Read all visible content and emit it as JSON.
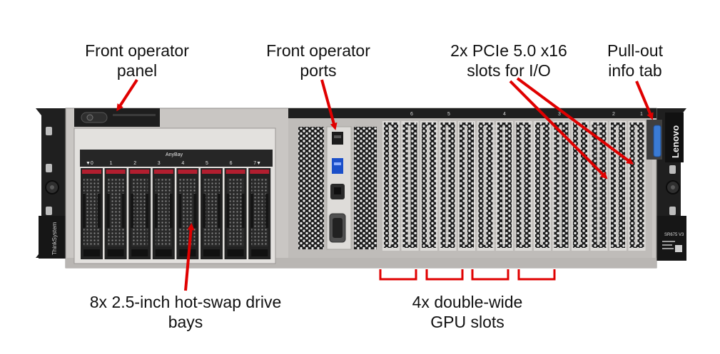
{
  "callouts": {
    "front_panel": "Front operator\npanel",
    "front_ports": "Front operator\nports",
    "pcie": "2x PCIe 5.0 x16\nslots for I/O",
    "pullout": "Pull-out\ninfo tab",
    "drives": "8x 2.5-inch hot-swap drive\nbays",
    "gpu": "4x double-wide\nGPU slots"
  },
  "server": {
    "brand_vertical": "Lenovo",
    "thinksystem_label": "ThinkSystem",
    "model_label": "SR675 V3",
    "anybay_label": "AnyBay",
    "bay_numbers": [
      "▼0",
      "1",
      "2",
      "3",
      "4",
      "5",
      "6",
      "7▼"
    ],
    "slot_numbers": [
      "6",
      "5",
      "4",
      "3",
      "2",
      "1"
    ]
  },
  "colors": {
    "arrow": "#e00000",
    "chassis": "#c9c6c3",
    "dark": "#1c1c1c"
  }
}
